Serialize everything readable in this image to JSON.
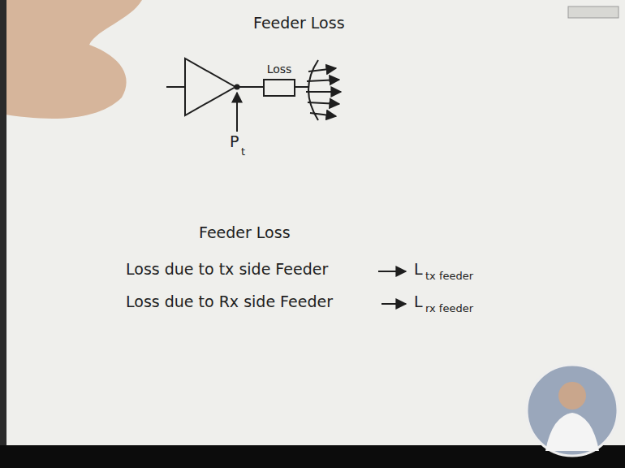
{
  "diagram": {
    "title": "Feeder Loss",
    "nodes": [
      {
        "text": [
          "Loss"
        ]
      }
    ],
    "labels": [
      "P",
      "t",
      "Feeder Loss",
      "Loss due to tx side Feeder",
      "L",
      "tx feeder",
      "Loss due to Rx side Feeder",
      "L",
      "rx feeder"
    ]
  }
}
